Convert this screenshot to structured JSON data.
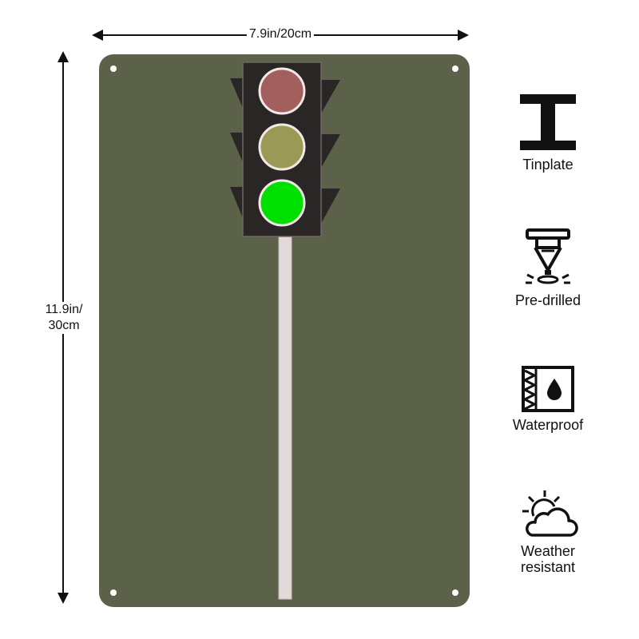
{
  "dimensions": {
    "width_label": "7.9in/20cm",
    "height_label_line1": "11.9in/",
    "height_label_line2": "30cm"
  },
  "sign": {
    "background_color": "#5c6149",
    "lights": {
      "top_color": "#a35e5e",
      "middle_color": "#9a9a56",
      "bottom_color": "#00e000"
    }
  },
  "features": [
    {
      "label": "Tinplate",
      "icon": "i-beam-icon"
    },
    {
      "label": "Pre-drilled",
      "icon": "drill-icon"
    },
    {
      "label": "Waterproof",
      "icon": "water-drop-icon"
    },
    {
      "label_line1": "Weather",
      "label_line2": "resistant",
      "icon": "sun-cloud-icon"
    }
  ]
}
